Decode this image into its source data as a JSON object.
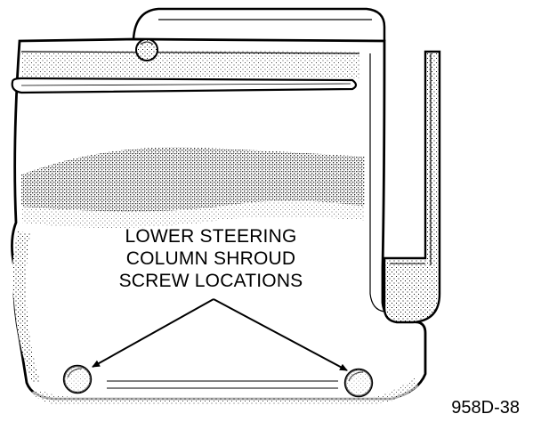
{
  "callout": {
    "line1": "LOWER STEERING",
    "line2": "COLUMN SHROUD",
    "line3": "SCREW LOCATIONS"
  },
  "figure_id": "958D-38",
  "colors": {
    "ink": "#000000",
    "paper": "#ffffff",
    "shade": "#9a9a9a"
  },
  "icons": {
    "upper-screw": "round screw head",
    "lower-left-screw": "round screw head",
    "lower-right-screw": "round screw head"
  }
}
